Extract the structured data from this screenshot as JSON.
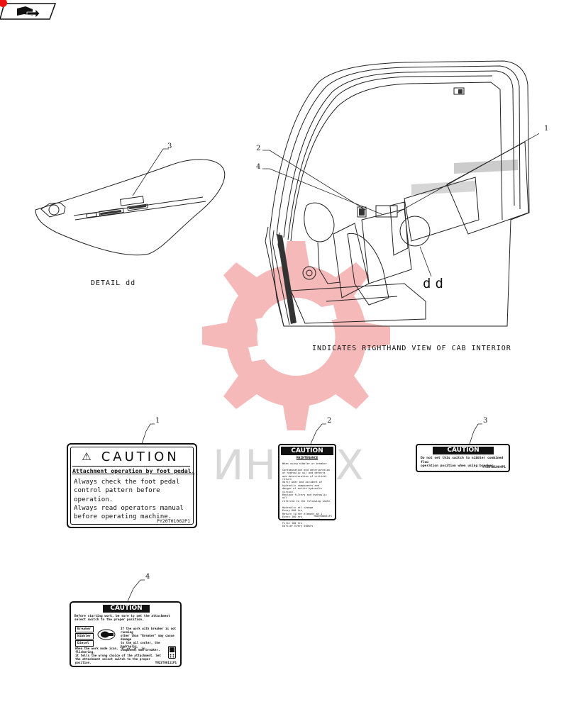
{
  "nav": {
    "icon": "book-arrow-icon"
  },
  "watermark": {
    "text": "ИНЕКХ",
    "color": "#e8383a"
  },
  "captions": {
    "detail": "DETAIL dd",
    "interior": "INDICATES RIGHTHAND VIEW OF CAB INTERIOR",
    "detail_ref": "dd"
  },
  "callouts": {
    "c1_interior": "1",
    "c2_interior": "2",
    "c4_interior": "4",
    "c3_detail": "3",
    "c1_label": "1",
    "c2_label": "2",
    "c3_label": "3",
    "c4_label": "4"
  },
  "label1": {
    "title": "CAUTION",
    "subtitle": "Attachment operation by foot pedal.",
    "lines": [
      "Always check the foot pedal",
      "control pattern before",
      "operation.",
      "Always read operators manual",
      "before operating machine."
    ],
    "code": "PY20T01062P1"
  },
  "label2": {
    "title": "CAUTION",
    "subtitle": "MAINTENANCE",
    "lines": [
      "When using nibbler or breaker",
      "",
      "Contamination and deterioration",
      "of hydraulic oil and defects",
      "and deterioration of critical return",
      "early wear and accident of",
      "hydraulic components and",
      "danger of entire hydraulic",
      "circuit.",
      "Replace filters and hydraulic oil",
      "referred to the following table.",
      "",
      "Hydraulic oil change",
      "  Every 600 hrs",
      "Return filter element at 1",
      "  Every 100 hrs",
      "Hydraulic tank return filter",
      "  First   100 hrs",
      "  Earlier  Every 500hrs"
    ],
    "code": "YN20T00031P1"
  },
  "label3": {
    "title": "CAUTION",
    "lines": [
      "Do not set this switch to nibbler combined flow",
      "operation position when using breaker."
    ],
    "code": "YT20T01004P1"
  },
  "label4": {
    "title": "CAUTION",
    "intro": [
      "Before starting work, be sure to set the attachment",
      "select switch to the proper position."
    ],
    "modes": [
      "Breaker",
      "Nibbler",
      "Diesel"
    ],
    "note1": [
      "If the work with breaker is not running",
      "other than \"Breaker\" may cause damage",
      "to the oil cooler, the hydraulic",
      "component and breaker."
    ],
    "note2": [
      "When the work mode icon, \"B\" or \"A\", is flickering,",
      "it tells the wrong choice of the attachment. Set",
      "the attachment select switch to the proper position."
    ],
    "code": "YN22T00111P1"
  }
}
